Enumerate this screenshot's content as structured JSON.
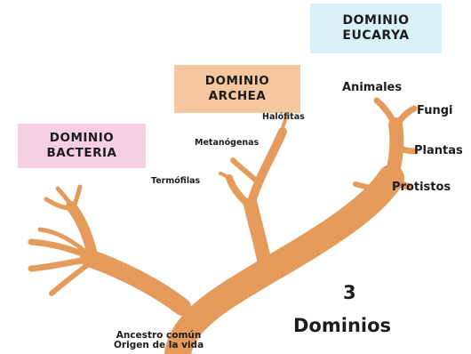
{
  "domains": {
    "eucarya": {
      "line1": "DOMINIO",
      "line2": "EUCARYA",
      "color": "#d9f1f8"
    },
    "archea": {
      "line1": "DOMINIO",
      "line2": "ARCHEA",
      "color": "#f6c79e"
    },
    "bacteria": {
      "line1": "DOMINIO",
      "line2": "BACTERIA",
      "color": "#f6cfe2"
    }
  },
  "eucarya_branches": [
    "Animales",
    "Fungi",
    "Plantas",
    "Protistos"
  ],
  "archea_branches": [
    "Halófitas",
    "Metanógenas",
    "Termófilas"
  ],
  "root": {
    "line1": "Ancestro común",
    "line2": "Origen de la vida"
  },
  "summary": {
    "number": "3",
    "word": "Dominios"
  },
  "colors": {
    "tree": "#e49b5c",
    "text": "#1c1c1c"
  }
}
